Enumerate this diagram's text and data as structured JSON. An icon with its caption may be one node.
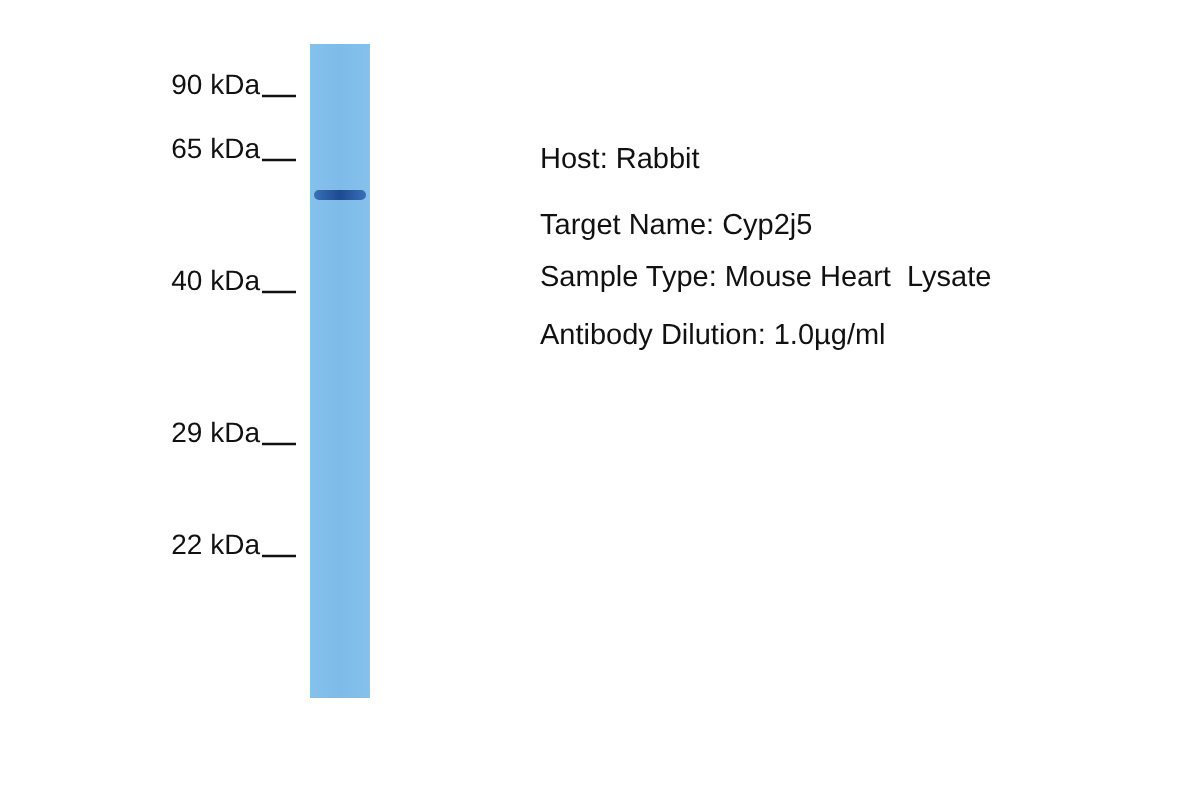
{
  "diagram": {
    "labels": [
      "90 kDa",
      "65 kDa",
      "40 kDa",
      "29 kDa",
      "22 kDa",
      "Host: Rabbit",
      "Target Name: Cyp2j5",
      "Sample Type: Mouse Heart  Lysate",
      "Antibody Dilution: 1.0µg/ml"
    ]
  }
}
